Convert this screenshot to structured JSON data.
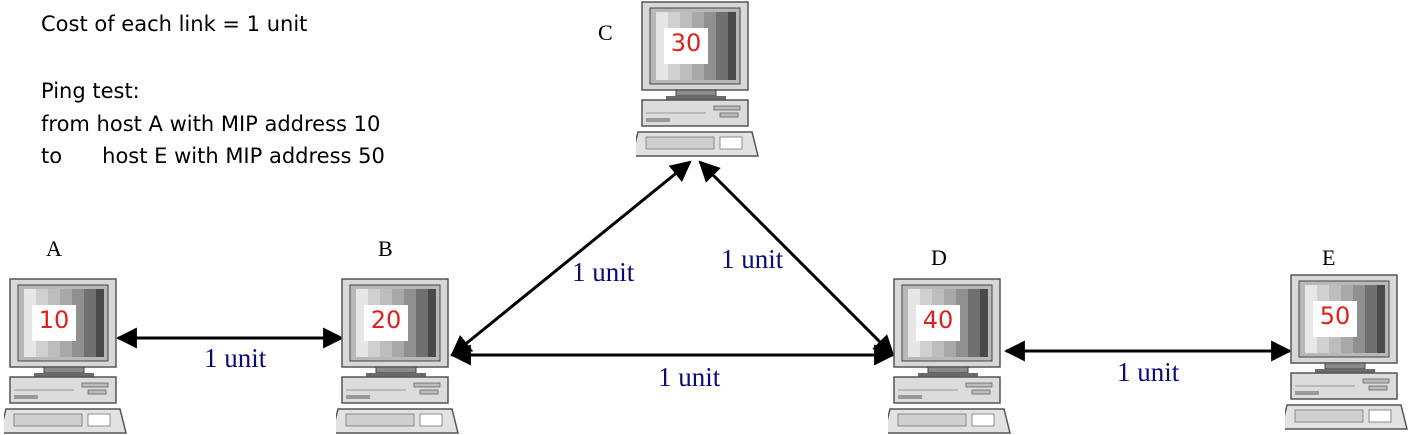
{
  "notes": {
    "cost": "Cost of each link = 1 unit",
    "ping_title": "Ping test:",
    "ping_from": "from host A with MIP address 10",
    "ping_to": "to      host E with MIP address 50"
  },
  "hosts": [
    {
      "label": "A",
      "address": "10"
    },
    {
      "label": "B",
      "address": "20"
    },
    {
      "label": "C",
      "address": "30"
    },
    {
      "label": "D",
      "address": "40"
    },
    {
      "label": "E",
      "address": "50"
    }
  ],
  "links": [
    {
      "from": "A",
      "to": "B",
      "label": "1 unit"
    },
    {
      "from": "B",
      "to": "C",
      "label": "1 unit"
    },
    {
      "from": "C",
      "to": "D",
      "label": "1 unit"
    },
    {
      "from": "B",
      "to": "D",
      "label": "1 unit"
    },
    {
      "from": "D",
      "to": "E",
      "label": "1 unit"
    }
  ],
  "colors": {
    "link_label": "#0a0a7a",
    "address": "#e0201c",
    "arrow": "#000000"
  }
}
